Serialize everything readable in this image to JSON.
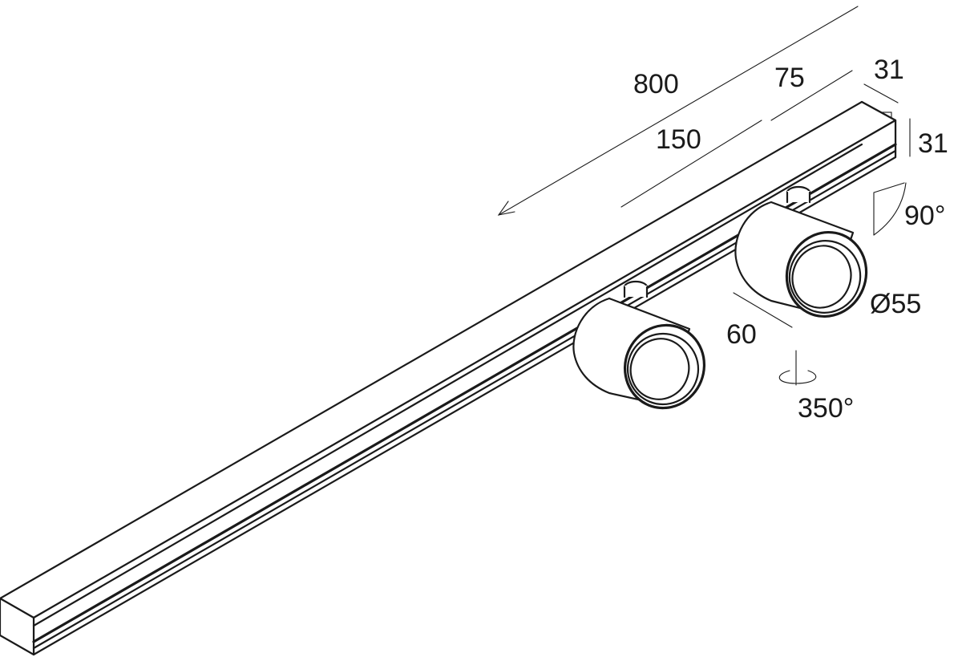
{
  "dimensions": {
    "length": "800",
    "spacing": "150",
    "offset": "75",
    "profile_width": "31",
    "profile_height": "31",
    "tilt_angle": "90°",
    "diameter": "Ø55",
    "spot_depth": "60",
    "rotation_angle": "350°"
  },
  "colors": {
    "line": "#1a1a1a",
    "background": "#ffffff"
  }
}
